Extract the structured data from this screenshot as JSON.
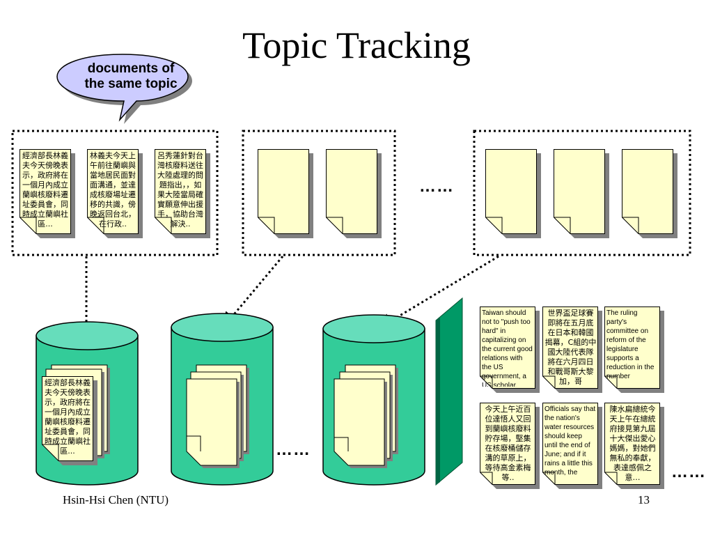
{
  "title": "Topic Tracking",
  "callout": {
    "line1": "documents of",
    "line2": "the same topic"
  },
  "ellipsis": "……",
  "footer": {
    "author": "Hsin-Hsi Chen (NTU)",
    "page": "13"
  },
  "training_docs": [
    "經濟部長林義夫今天傍晚表示，政府將在一個月內成立蘭嶼核廢料遷址委員會，同時成立蘭嶼社區...",
    "林義夫今天上午前往蘭嶼與當地居民面對面溝通，並達成核廢場址遷移的共識，傍晚返回台北，在行政..",
    "呂秀蓮針對台灣核廢料送往大陸處理的問題指出，，如果大陸當局確實願意伸出援手，協助台灣 解決.."
  ],
  "stored_doc": "經濟部長林義夫今天傍晚表示，政府將在一個月內成立蘭嶼核廢料遷址委員會，同時成立蘭嶼社區...",
  "news_docs": [
    {
      "lang": "en",
      "text": "Taiwan should not to \"push too hard\" in capitalizing on the current good relations with the US government, a US scholar."
    },
    {
      "lang": "zh",
      "text": "世界盃足球賽即將在五月底在日本和韓國揭幕，C組的中國大陸代表隊將在六月四日和戰哥斯大黎加，哥"
    },
    {
      "lang": "en",
      "text": "The ruling party's committee on reform of the legislature supports a reduction in the number"
    },
    {
      "lang": "zh",
      "text": "今天上午近百位達悟人又回到蘭嶼核廢料貯存場，堅集在核廢桶儲存溝的草原上，等待高金素梅等.."
    },
    {
      "lang": "en",
      "text": "Officials say that the nation's water resources should keep until the end of June; and if it rains a little this month, the"
    },
    {
      "lang": "zh",
      "text": "陳水扁總統今天上午在總統府接見第九屆十大傑出愛心媽媽，對她們無私的奉獻，表達感佩之意…"
    }
  ],
  "colors": {
    "cylinder": "#33cc99",
    "cylinder_top": "#66ddbb",
    "document": "#ffffcc",
    "shadow": "#808080",
    "callout": "#ccccff",
    "wall": "#009966"
  }
}
